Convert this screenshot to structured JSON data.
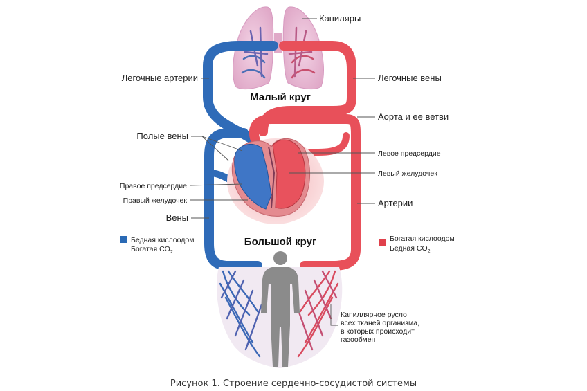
{
  "labels": {
    "capillaries": "Капиляры",
    "pulmonary_arteries": "Легочные артерии",
    "pulmonary_veins": "Легочные вены",
    "small_circle": "Малый круг",
    "aorta": "Аорта и ее ветви",
    "vena_cava": "Полые вены",
    "left_atrium": "Левое предсердие",
    "left_ventricle": "Левый желудочек",
    "right_atrium": "Правое предсердие",
    "right_ventricle": "Правый желудочек",
    "arteries": "Артерии",
    "veins": "Вены",
    "big_circle": "Большой круг",
    "capillary_bed": [
      "Капиллярное русло",
      "всех тканей организма,",
      "в которых происходит",
      "газообмен"
    ]
  },
  "legend": {
    "blue": {
      "color": "#2a6ab5",
      "line1": "Бедная кислоодом",
      "line2_prefix": "Богатая CO",
      "line2_sub": "2"
    },
    "red": {
      "color": "#e0414c",
      "line1": "Богатая кислоодом",
      "line2_prefix": "Бедная CO",
      "line2_sub": "2"
    }
  },
  "caption": "Рисунок 1. Строение сердечно-сосудистой системы",
  "colors": {
    "venous": "#2f6bb8",
    "arterial": "#e8505a",
    "lungs": "#e9b7d2",
    "heart_halo": "#f6c8cb",
    "body": "#8a8a8a"
  }
}
